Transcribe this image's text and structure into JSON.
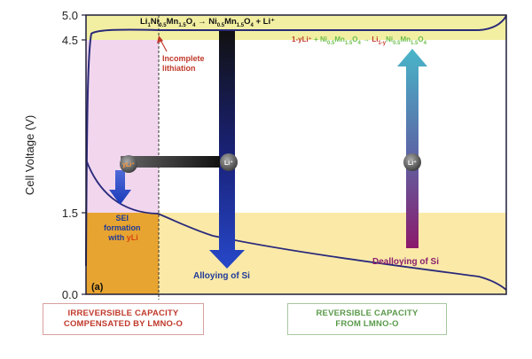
{
  "colors": {
    "frame": "#1e1e3a",
    "voltage_curve": "#2a2a7a",
    "top_band": "#f2efa2",
    "lower_band": "#fbe9a8",
    "pink_region": "#f1d6ee",
    "irreversible_box": "#e8a430",
    "red_text": "#c0392b",
    "green_text": "#5a9a4a",
    "blue_text": "#1f3a99",
    "purple_text": "#8a1f6d"
  },
  "y_axis": {
    "label": "Cell Voltage (V)",
    "ticks": [
      "5.0",
      "4.5",
      "1.5",
      "0.0"
    ]
  },
  "diagram": {
    "top_reaction": {
      "parts": [
        {
          "t": "Li"
        },
        {
          "t": "1",
          "sub": true
        },
        {
          "t": "Ni"
        },
        {
          "t": "0.5",
          "sub": true
        },
        {
          "t": "Mn"
        },
        {
          "t": "1.5",
          "sub": true
        },
        {
          "t": "O"
        },
        {
          "t": "4",
          "sub": true
        },
        {
          "t": " → Ni"
        },
        {
          "t": "0.5",
          "sub": true
        },
        {
          "t": "Mn"
        },
        {
          "t": "1.5",
          "sub": true
        },
        {
          "t": "O"
        },
        {
          "t": "4",
          "sub": true
        },
        {
          "t": " + Li⁺"
        }
      ]
    },
    "lithiation_reaction": {
      "parts": [
        {
          "t": "1-yLi⁺",
          "color": "#c0392b"
        },
        {
          "t": " + Ni",
          "color": "#6bbf4a"
        },
        {
          "t": "0.5",
          "sub": true,
          "color": "#6bbf4a"
        },
        {
          "t": "Mn",
          "color": "#6bbf4a"
        },
        {
          "t": "1.5",
          "sub": true,
          "color": "#6bbf4a"
        },
        {
          "t": "O",
          "color": "#6bbf4a"
        },
        {
          "t": "4",
          "sub": true,
          "color": "#6bbf4a"
        },
        {
          "t": " → ",
          "color": "#6bbf4a"
        },
        {
          "t": "Li",
          "color": "#c0392b"
        },
        {
          "t": "1-y",
          "sub": true,
          "color": "#c0392b"
        },
        {
          "t": "Ni",
          "color": "#6bbf4a"
        },
        {
          "t": "0.5",
          "sub": true,
          "color": "#6bbf4a"
        },
        {
          "t": "Mn",
          "color": "#6bbf4a"
        },
        {
          "t": "1.5",
          "sub": true,
          "color": "#6bbf4a"
        },
        {
          "t": "O",
          "color": "#6bbf4a"
        },
        {
          "t": "4",
          "sub": true,
          "color": "#6bbf4a"
        }
      ]
    },
    "incomplete_lithiation": [
      "Incomplete",
      "lithiation"
    ],
    "sei_formation": {
      "line1": "SEI",
      "line2": "formation",
      "line3_prefix": "with ",
      "line3_highlight": "yLi"
    },
    "circle_yli": "yLi⁺",
    "circle_li_left": "Li⁺",
    "circle_li_right": "Li⁺",
    "alloying": "Alloying of Si",
    "dealloying": "Dealloying of Si",
    "panel_label": "(a)"
  },
  "captions": {
    "irreversible": [
      "IRREVERSIBLE CAPACITY",
      "COMPENSATED BY LMNO-O"
    ],
    "reversible": [
      "REVERSIBLE CAPACITY",
      "FROM LMNO-O"
    ]
  }
}
